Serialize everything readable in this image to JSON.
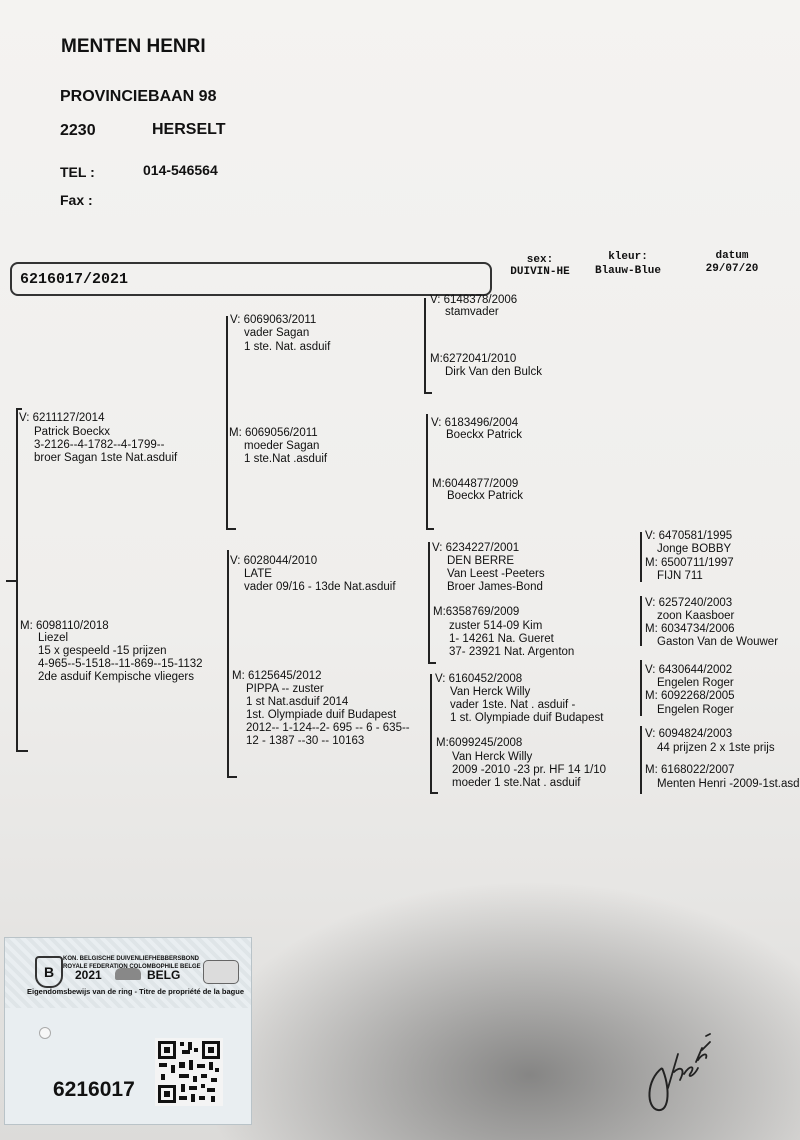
{
  "owner": {
    "name": "MENTEN HENRI",
    "street": "PROVINCIEBAAN 98",
    "postcode": "2230",
    "city": "HERSELT",
    "tel_label": "TEL :",
    "tel_value": "014-546564",
    "fax_label": "Fax :"
  },
  "bird": {
    "ring": "6216017/2021",
    "sex_label": "sex:",
    "sex_value": "DUIVIN-HE",
    "colour_label": "kleur:",
    "colour_value": "Blauw-Blue",
    "date_label": "datum",
    "date_value": "29/07/20"
  },
  "pedigree": {
    "sire": {
      "line1": "V: 6211127/2014",
      "line2": "Patrick Boeckx",
      "line3": "3-2126--4-1782--4-1799--",
      "line4": "broer Sagan 1ste Nat.asduif"
    },
    "dam": {
      "line1": "M: 6098110/2018",
      "line2": "Liezel",
      "line3": "15 x gespeeld -15 prijzen",
      "line4": "4-965--5-1518--11-869--15-1132",
      "line5": "2de asduif Kempische vliegers"
    },
    "ss": {
      "line1": "V: 6069063/2011",
      "line2": "vader Sagan",
      "line3": "1 ste. Nat. asduif"
    },
    "sd": {
      "line1": "M: 6069056/2011",
      "line2": "moeder Sagan",
      "line3": "1 ste.Nat .asduif"
    },
    "ds": {
      "line1": "V: 6028044/2010",
      "line2": "LATE",
      "line3": "vader 09/16 - 13de Nat.asduif"
    },
    "dd": {
      "line1": "M: 6125645/2012",
      "line2": "PIPPA   -- zuster",
      "line3": "1 st Nat.asduif  2014",
      "line4": "1st. Olympiade duif Budapest",
      "line5": "2012-- 1-124--2- 695 -- 6 - 635--",
      "line6": "12 - 1387 --30 -- 10163"
    },
    "sss": {
      "line1": "V: 6148378/2006",
      "line2": "stamvader"
    },
    "ssd": {
      "line1": "M:6272041/2010",
      "line2": "Dirk Van den Bulck"
    },
    "sds": {
      "line1": "V: 6183496/2004",
      "line2": "Boeckx Patrick"
    },
    "sdd": {
      "line1": "M:6044877/2009",
      "line2": "Boeckx Patrick"
    },
    "dss": {
      "line1": "V: 6234227/2001",
      "line2": "DEN BERRE",
      "line3": "Van Leest -Peeters",
      "line4": "Broer James-Bond"
    },
    "dsd": {
      "line1": "M:6358769/2009",
      "line2": "zuster 514-09 Kim",
      "line3": "1- 14261 Na. Gueret",
      "line4": "37- 23921 Nat. Argenton"
    },
    "dds": {
      "line1": "V: 6160452/2008",
      "line2": "Van Herck Willy",
      "line3": "vader 1ste. Nat . asduif -",
      "line4": "1 st. Olympiade duif Budapest"
    },
    "ddd": {
      "line1": "M:6099245/2008",
      "line2": "Van Herck Willy",
      "line3": "2009 -2010 -23 pr. HF 14 1/10",
      "line4": "moeder 1 ste.Nat . asduif"
    },
    "g4": [
      {
        "line1": "V: 6470581/1995",
        "line2": "Jonge BOBBY"
      },
      {
        "line1": "M: 6500711/1997",
        "line2": "FIJN 711"
      },
      {
        "line1": "V: 6257240/2003",
        "line2": "zoon Kaasboer"
      },
      {
        "line1": "M: 6034734/2006",
        "line2": "Gaston Van de Wouwer"
      },
      {
        "line1": "V: 6430644/2002",
        "line2": "Engelen Roger"
      },
      {
        "line1": "M: 6092268/2005",
        "line2": "Engelen Roger"
      },
      {
        "line1": "V: 6094824/2003",
        "line2": "44 prijzen 2 x 1ste prijs"
      },
      {
        "line1": "M: 6168022/2007",
        "line2": "Menten Henri -2009-1st.asd"
      }
    ]
  },
  "card": {
    "org1": "KON. BELGISCHE DUIVENLIEFHEBBERSBOND",
    "org2": "ROYALE FEDERATION COLOMBOPHILE BELGE",
    "year": "2021",
    "country": "BELG",
    "subtitle": "Eigendomsbewijs van de ring - Titre de propriété de la bague",
    "number": "6216017"
  }
}
